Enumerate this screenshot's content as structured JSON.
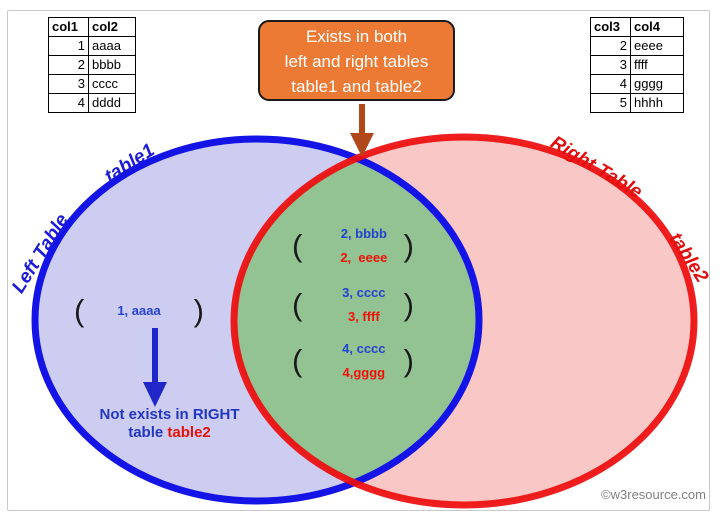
{
  "left_table": {
    "headers": [
      "col1",
      "col2"
    ],
    "rows": [
      [
        "1",
        "aaaa"
      ],
      [
        "2",
        "bbbb"
      ],
      [
        "3",
        "cccc"
      ],
      [
        "4",
        "dddd"
      ]
    ]
  },
  "right_table": {
    "headers": [
      "col3",
      "col4"
    ],
    "rows": [
      [
        "2",
        "eeee"
      ],
      [
        "3",
        "ffff"
      ],
      [
        "4",
        "gggg"
      ],
      [
        "5",
        "hhhh"
      ]
    ]
  },
  "callout": {
    "line1": "Exists in both",
    "line2": "left and right tables",
    "line3": "table1 and table2",
    "fill": "#EC7A35"
  },
  "arrows": {
    "callout_arrow_color": "#B0481A",
    "left_note_arrow_color": "#2126C8"
  },
  "venn": {
    "paren_open": "(",
    "paren_close": ")",
    "left_circle": {
      "side_label": "Left Table",
      "name_label": "table1",
      "stroke": "#1414E6",
      "fill": "#CDCDF1"
    },
    "right_circle": {
      "side_label": "Right Table",
      "name_label": "table2",
      "stroke": "#EE0C0C",
      "fill": "#F9C7C5"
    },
    "intersection": {
      "fill": "#93C293",
      "matches": [
        {
          "from_left": "2, bbbb",
          "from_right": "2,  eeee"
        },
        {
          "from_left": "3, cccc",
          "from_right": "3, ffff"
        },
        {
          "from_left": "4, cccc",
          "from_right": "4,gggg"
        }
      ]
    },
    "left_only": {
      "item": "1, aaaa",
      "note_line1": "Not exists in RIGHT",
      "note_line2_blue": "table",
      "note_line2_red": "table2"
    }
  },
  "watermark": "©w3resource.com"
}
